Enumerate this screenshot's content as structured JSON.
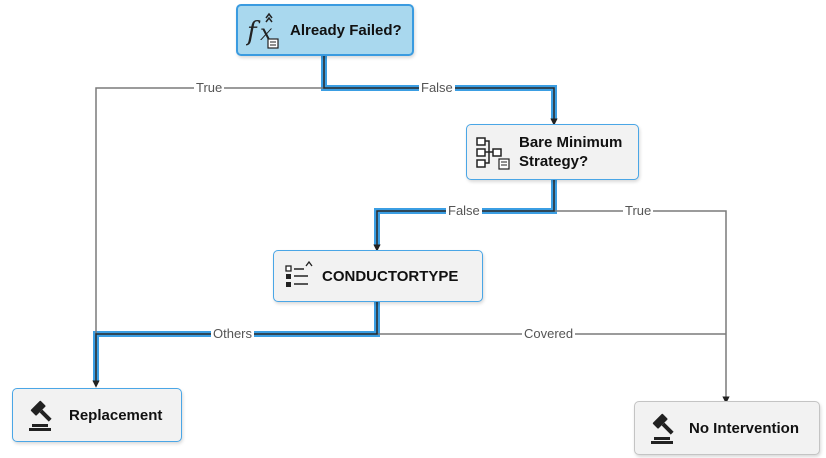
{
  "nodes": {
    "already_failed": {
      "label": "Already Failed?",
      "icon": "function-formula-icon"
    },
    "bare_minimum": {
      "label_line1": "Bare Minimum",
      "label_line2": "Strategy?",
      "icon": "decision-tree-icon"
    },
    "conductortype": {
      "label": "CONDUCTORTYPE",
      "icon": "list-switch-icon"
    },
    "replacement": {
      "label": "Replacement",
      "icon": "gavel-icon"
    },
    "no_intervention": {
      "label": "No Intervention",
      "icon": "gavel-icon"
    }
  },
  "edges": {
    "af_true": "True",
    "af_false": "False",
    "bm_false": "False",
    "bm_true": "True",
    "ct_others": "Others",
    "ct_covered": "Covered"
  },
  "colors": {
    "highlight_path": "#3b9ee3",
    "edge": "#7a7a7a",
    "active_node_fill": "#a9d8ee",
    "node_border": "#4aa6e6"
  }
}
